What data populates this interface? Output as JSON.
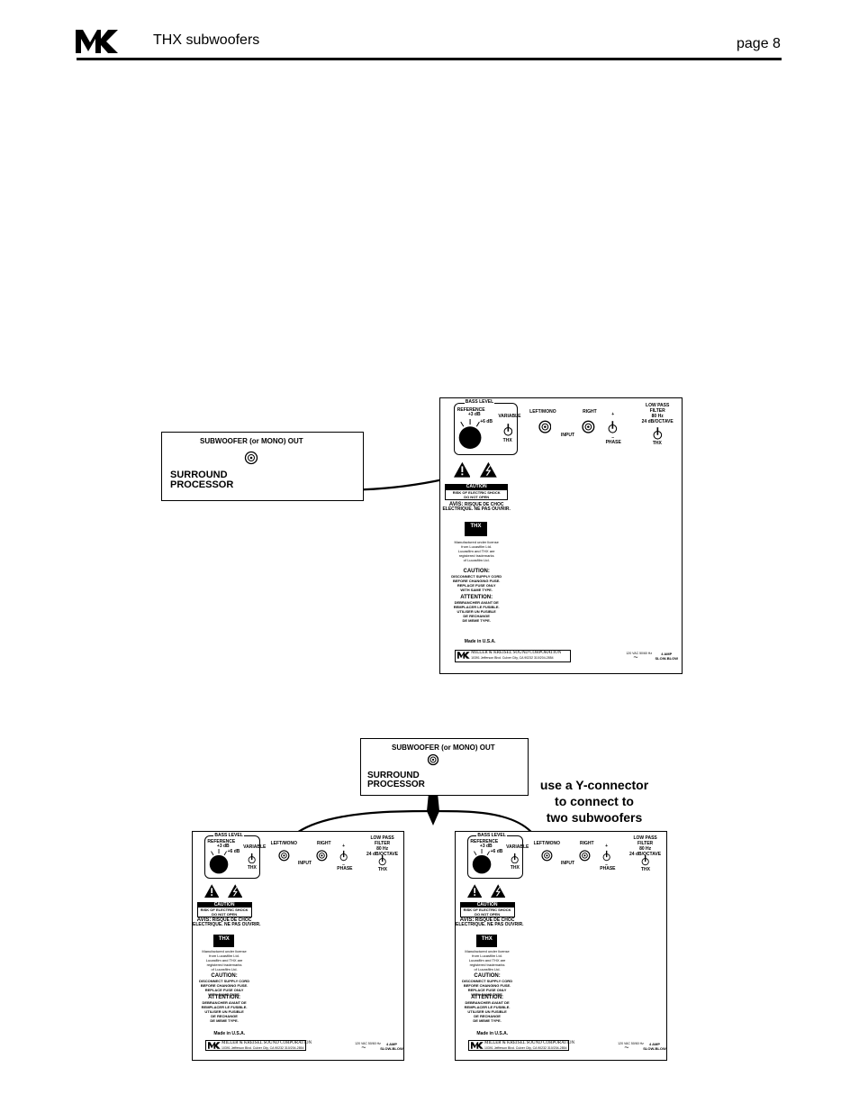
{
  "header": {
    "title": "THX subwoofers",
    "page": "page 8"
  },
  "processor": {
    "out_label": "SUBWOOFER (or MONO) OUT",
    "name_line1": "SURROUND",
    "name_line2": "PROCESSOR"
  },
  "ycon": {
    "line1": "use a Y-connector",
    "line2": "to connect to",
    "line3": "two subwoofers"
  },
  "panel": {
    "bass_level": "BASS LEVEL",
    "reference": "REFERENCE",
    "plus3": "+3 dB",
    "plus6": "+6 dB",
    "variable": "VARIABLE",
    "thx": "THX",
    "left_mono": "LEFT/MONO",
    "right": "RIGHT",
    "input": "INPUT",
    "plus": "+",
    "minus": "–",
    "phase": "PHASE",
    "lp_line1": "LOW PASS",
    "lp_line2": "FILTER",
    "lp_line3": "80 Hz",
    "lp_line4": "24 dB/OCTAVE",
    "caution_title": "CAUTION",
    "caution_line1": "RISK OF ELECTRIC SHOCK",
    "caution_line2": "DO NOT OPEN",
    "avis_title": "AVIS:",
    "avis_line1": "RISQUE DE CHOC",
    "avis_line2": "ELECTRIQUE. NE PAS OUVRIR.",
    "thx_badge": "THX",
    "license_l1": "Manufactured under license",
    "license_l2": "from Lucasfilm Ltd.",
    "license_l3": "Lucasfilm and THX are",
    "license_l4": "registered trademarks",
    "license_l5": "of Lucasfilm Ltd.",
    "caution2_title": "CAUTION:",
    "caution2_l1": "DISCONNECT SUPPLY CORD",
    "caution2_l2": "BEFORE CHANGING FUSE.",
    "caution2_l3": "REPLACE FUSE ONLY",
    "caution2_l4": "WITH SAME TYPE.",
    "attention_title": "ATTENTION:",
    "attention_l1": "DEBRANCHER AVANT DE",
    "attention_l2": "REMPLACER LE FUSIBLE.",
    "attention_l3": "UTILISER UN FUSIBLE",
    "attention_l4": "DE RECHANGE",
    "attention_l5": "DE MEME TYPE.",
    "made_in": "Made in U.S.A.",
    "corp_name": "MILLER & KREISEL SOUND CORPORATION",
    "corp_addr": "10391 Jefferson Blvd. Culver City, CA 90232  310/204-2854",
    "voltage": "120 VAC  50/60 Hz",
    "fuse_l1": "4 AMP",
    "fuse_l2": "SLOW-BLOW"
  }
}
